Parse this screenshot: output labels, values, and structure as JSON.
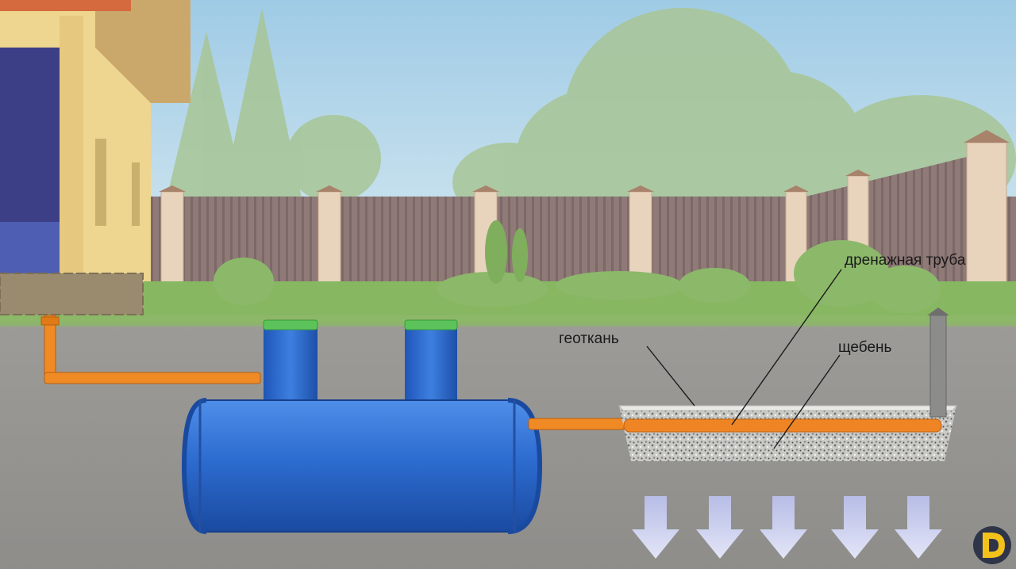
{
  "labels": {
    "drain_pipe": "дренажная труба",
    "geotextile": "геоткань",
    "gravel": "щебень"
  },
  "colors": {
    "tank": "#2f6fcf",
    "tank_dark": "#1c4ea8",
    "pipe": "#f08a24",
    "hatch": "#5cc35a",
    "soil": "#9a9a98",
    "grass": "#7fb35a",
    "fence": "#8c7573",
    "arrow": "#c9cdef"
  },
  "icons": {
    "logo": "brand-logo-icon"
  }
}
